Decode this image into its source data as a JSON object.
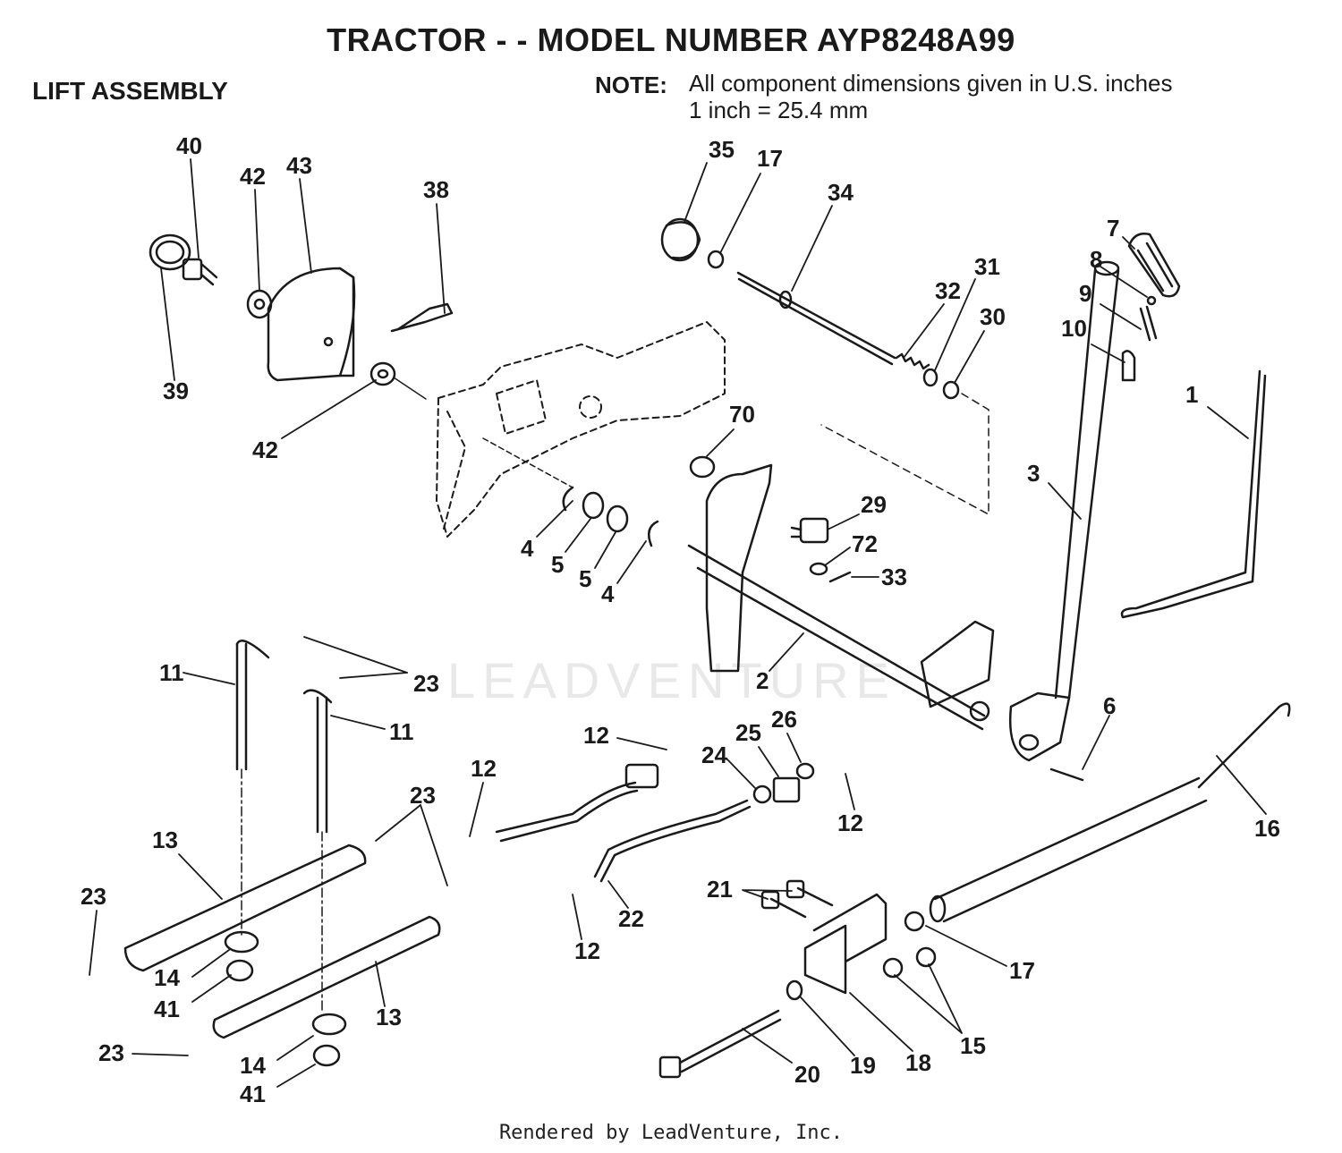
{
  "header": {
    "title": "TRACTOR - - MODEL NUMBER AYP8248A99",
    "section": "LIFT ASSEMBLY",
    "note_label": "NOTE:",
    "note_line1": "All component dimensions given in U.S. inches",
    "note_line2": "1 inch = 25.4 mm"
  },
  "watermark": "LEADVENTURE",
  "footer": "Rendered by LeadVenture, Inc.",
  "callouts": {
    "c40": "40",
    "c42a": "42",
    "c43": "43",
    "c38": "38",
    "c39": "39",
    "c42b": "42",
    "c35": "35",
    "c17a": "17",
    "c34": "34",
    "c32": "32",
    "c31": "31",
    "c30": "30",
    "c7": "7",
    "c8": "8",
    "c9": "9",
    "c10": "10",
    "c1": "1",
    "c3": "3",
    "c70": "70",
    "c29": "29",
    "c72": "72",
    "c33": "33",
    "c4a": "4",
    "c5a": "5",
    "c5b": "5",
    "c4b": "4",
    "c2": "2",
    "c6": "6",
    "c11a": "11",
    "c11b": "11",
    "c23a": "23",
    "c23b": "23",
    "c23c": "23",
    "c23d": "23",
    "c12a": "12",
    "c12b": "12",
    "c12c": "12",
    "c12d": "12",
    "c24": "24",
    "c25": "25",
    "c26": "26",
    "c22": "22",
    "c16": "16",
    "c13a": "13",
    "c13b": "13",
    "c14a": "14",
    "c14b": "14",
    "c41a": "41",
    "c41b": "41",
    "c21": "21",
    "c17b": "17",
    "c15": "15",
    "c18": "18",
    "c19": "19",
    "c20": "20"
  }
}
